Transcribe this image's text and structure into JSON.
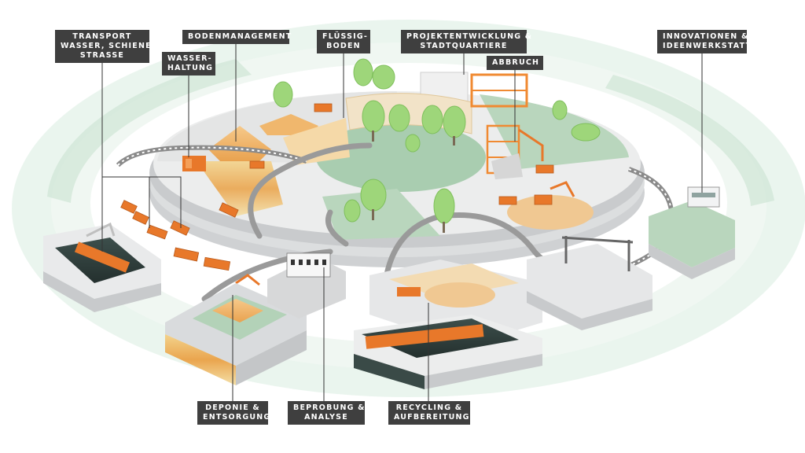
{
  "labels": {
    "transport": [
      "TRANSPORT",
      "WASSER, SCHIENE,",
      "STRASSE"
    ],
    "bodenmanagement": [
      "BODENMANAGEMENT"
    ],
    "wasserhaltung": [
      "WASSER-",
      "HALTUNG"
    ],
    "fluessigboden": [
      "FLÜSSIG-",
      "BODEN"
    ],
    "projektentwicklung": [
      "PROJEKTENTWICKLUNG &",
      "STADTQUARTIERE"
    ],
    "abbruch": [
      "ABBRUCH"
    ],
    "innovationen": [
      "INNOVATIONEN &",
      "IDEENWERKSTATT"
    ],
    "deponie": [
      "DEPONIE &",
      "ENTSORGUNG"
    ],
    "beprobung": [
      "BEPROBUNG &",
      "ANALYSE"
    ],
    "recycling": [
      "RECYCLING &",
      "AUFBEREITUNG"
    ]
  },
  "colors": {
    "label_background": "#3f3f3f",
    "label_text": "#ffffff",
    "machine_orange": "#e8782a",
    "ring_green": "#cfe5d6",
    "platform_grey": "#e6e7e8",
    "park_green": "#a9cdb0",
    "tree_green": "#9ed67a",
    "rail_grey": "#8a8a8a"
  }
}
